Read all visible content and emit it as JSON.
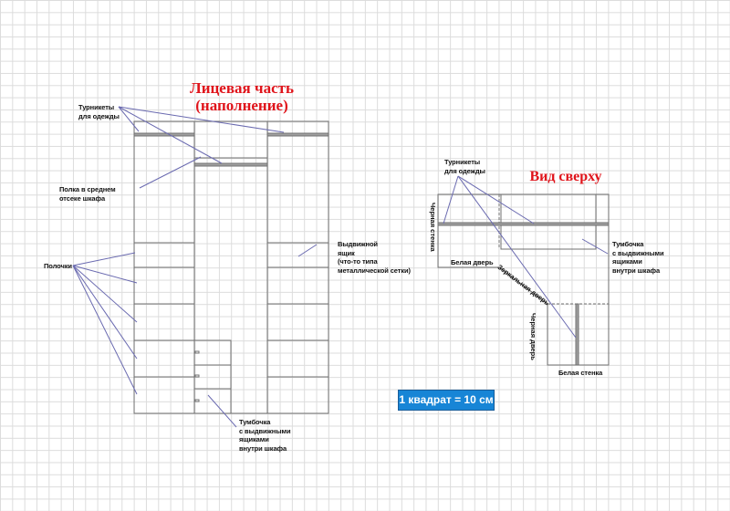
{
  "front_view": {
    "title_line1": "Лицевая часть",
    "title_line2": "(наполнение)",
    "labels": {
      "rails": [
        "Турникеты",
        "для одежды"
      ],
      "middle_shelf": [
        "Полка в среднем",
        "отсеке шкафа"
      ],
      "shelves": [
        "Полочки"
      ],
      "drawer": [
        "Выдвижной",
        "ящик",
        "(что-то типа",
        "металлической сетки)"
      ],
      "cabinet": [
        "Тумбочка",
        "с выдвижными",
        "ящиками",
        "внутри шкафа"
      ]
    }
  },
  "top_view": {
    "title": "Вид сверху",
    "labels": {
      "rails": [
        "Турникеты",
        "для одежды"
      ],
      "black_wall": "Черная стенка",
      "white_door": "Белая дверь",
      "mirror_door": "Зеркальная дверь",
      "black_door": "Черная дверь",
      "white_wall": "Белая стенка",
      "cabinet": [
        "Тумбочка",
        "с выдвижными",
        "ящиками",
        "внутри шкафа"
      ]
    }
  },
  "scale_note": "1 квадрат = 10 см",
  "colors": {
    "title": "#e0141b",
    "leader_line": "#6a6ab0",
    "outline": "#707070",
    "scale_bg": "#1785d6"
  }
}
